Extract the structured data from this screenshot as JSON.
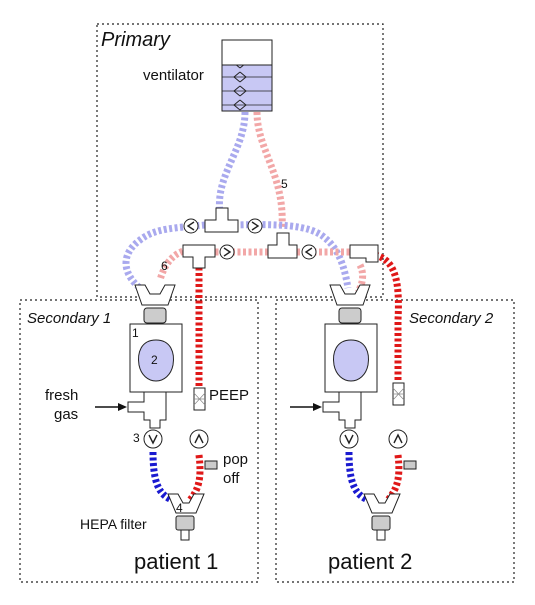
{
  "regions": {
    "primary": "Primary",
    "secondary_1": "Secondary 1",
    "secondary_2": "Secondary 2"
  },
  "labels": {
    "ventilator": "ventilator",
    "peep": "PEEP",
    "fresh_gas": "fresh\ngas",
    "pop_off": "pop\noff",
    "hepa_filter": "HEPA filter",
    "patient_1": "patient 1",
    "patient_2": "patient 2"
  },
  "callouts": [
    "1",
    "2",
    "3",
    "4",
    "5",
    "6"
  ],
  "colors": {
    "inspiratory_light": "#f2a7a7",
    "expiratory_light": "#a9a9ee",
    "inspiratory": "#e01818",
    "expiratory": "#1a1ad0",
    "bag_fill": "#c8c8f4",
    "part_fill": "#ffffff",
    "part_gray": "#cccccc"
  }
}
